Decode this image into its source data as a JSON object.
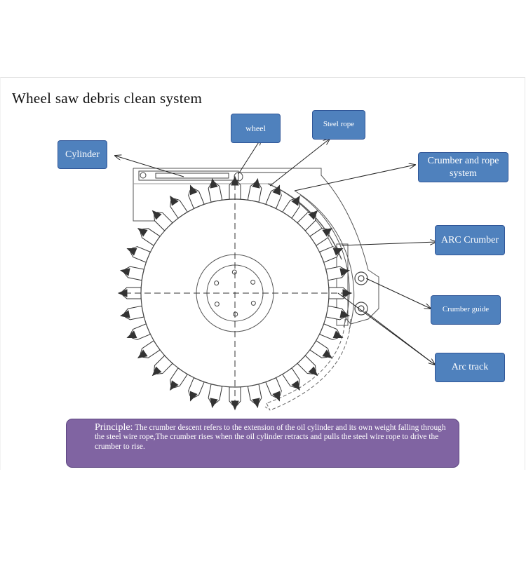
{
  "title": "Wheel saw debris clean system",
  "labels": {
    "wheel": "wheel",
    "steel_rope": "Steel rope",
    "cylinder": "Cylinder",
    "crumber_rope_system": "Crumber and rope system",
    "arc_crumber": "ARC Crumber",
    "crumber_guide": "Crumber guide",
    "arc_track": "Arc track"
  },
  "principle": {
    "heading": "Principle:",
    "text": "The crumber descent refers to the extension of the oil cylinder and its own weight falling through the steel wire rope,The crumber rises when the oil cylinder retracts and pulls the steel wire rope to drive the crumber to rise."
  },
  "colors": {
    "label_fill": "#4f81bd",
    "label_border": "#2f5597",
    "principle_fill": "#8064a2",
    "line": "#555555"
  }
}
